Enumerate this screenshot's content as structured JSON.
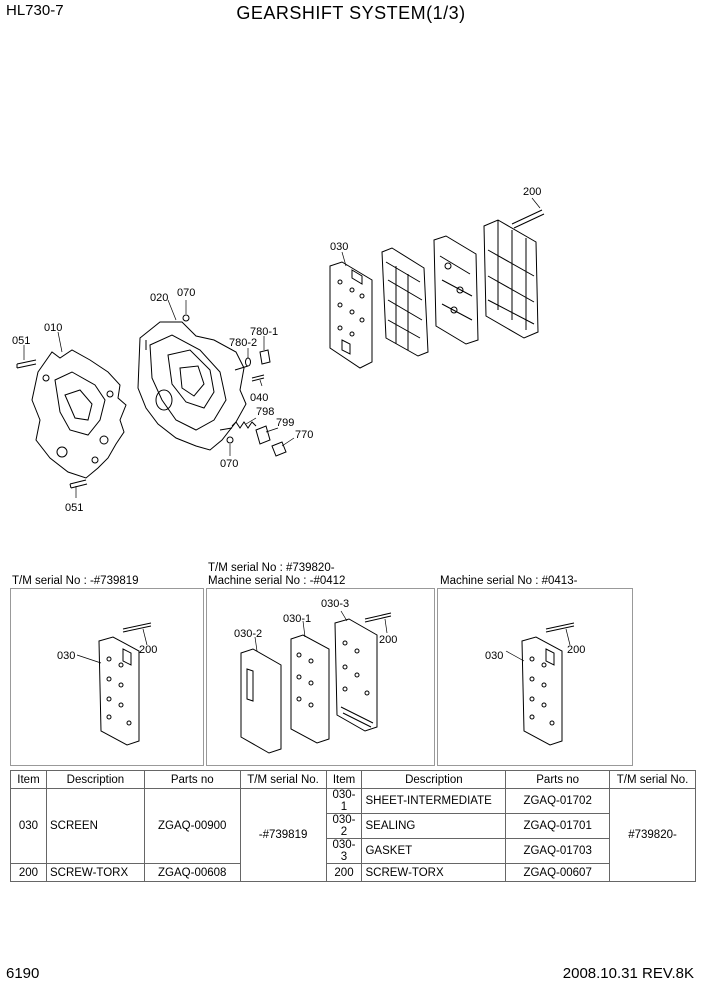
{
  "header": {
    "model": "HL730-7",
    "title": "GEARSHIFT SYSTEM(1/3)"
  },
  "main_diagram": {
    "callouts": [
      "200",
      "030",
      "020",
      "070",
      "010",
      "051",
      "780-1",
      "780-2",
      "040",
      "798",
      "799",
      "770",
      "070",
      "051"
    ]
  },
  "variants": [
    {
      "serial_lines": [
        "T/M serial No : -#739819"
      ],
      "callouts": [
        "030",
        "200"
      ]
    },
    {
      "serial_lines": [
        "T/M serial No : #739820-",
        "Machine serial No : -#0412"
      ],
      "callouts": [
        "030-3",
        "030-1",
        "030-2",
        "200"
      ]
    },
    {
      "serial_lines": [
        "Machine serial No : #0413-"
      ],
      "callouts": [
        "030",
        "200"
      ]
    }
  ],
  "parts_table": {
    "headers": [
      "Item",
      "Description",
      "Parts no",
      "T/M serial No.",
      "Item",
      "Description",
      "Parts no",
      "T/M serial No."
    ],
    "left": {
      "rows": [
        {
          "item": "030",
          "description": "SCREEN",
          "parts_no": "ZGAQ-00900"
        },
        {
          "item": "200",
          "description": "SCREW-TORX",
          "parts_no": "ZGAQ-00608"
        }
      ],
      "serial": "-#739819"
    },
    "right": {
      "rows": [
        {
          "item": "030-1",
          "description": "SHEET-INTERMEDIATE",
          "parts_no": "ZGAQ-01702"
        },
        {
          "item": "030-2",
          "description": "SEALING",
          "parts_no": "ZGAQ-01701"
        },
        {
          "item": "030-3",
          "description": "GASKET",
          "parts_no": "ZGAQ-01703"
        },
        {
          "item": "200",
          "description": "SCREW-TORX",
          "parts_no": "ZGAQ-00607"
        }
      ],
      "serial": "#739820-"
    }
  },
  "footer": {
    "page_number": "6190",
    "date_rev": "2008.10.31  REV.8K"
  }
}
